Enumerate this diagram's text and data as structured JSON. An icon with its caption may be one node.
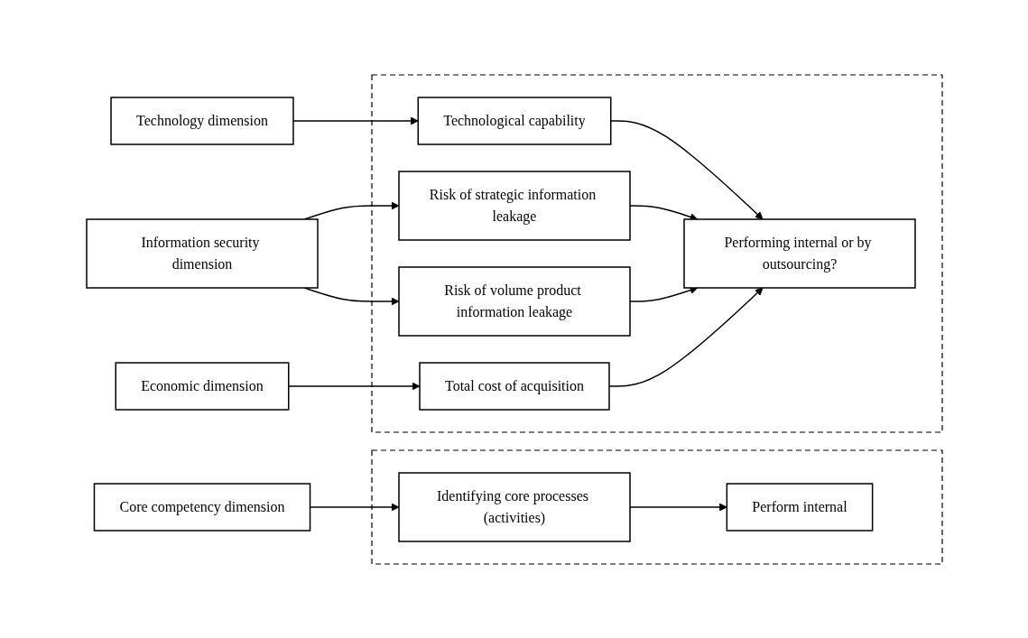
{
  "diagram": {
    "nodes": [
      {
        "text": [
          "Core competency dimension"
        ]
      },
      {
        "text": [],
        "shape": "box"
      },
      {
        "text": [
          "Identifying core processes (activities)"
        ],
        "in": 1
      },
      {
        "text": [
          "Perform internal"
        ],
        "in": 1
      },
      {
        "text": [
          "Technology dimension"
        ]
      },
      {
        "text": [],
        "shape": "box"
      },
      {
        "text": [
          "Technological capability"
        ],
        "in": 5
      },
      {
        "text": [
          "Risk of strategic information leakage"
        ],
        "in": 5
      },
      {
        "text": [
          "Risk of volume product information leakage"
        ],
        "in": 5
      },
      {
        "text": [
          "Total cost of acquisition"
        ],
        "in": 5
      },
      {
        "text": [
          "Performing internal or by outsourcing?"
        ],
        "in": 5
      },
      {
        "text": [
          "Information security dimension"
        ]
      },
      {
        "text": [
          "Economic dimension"
        ]
      }
    ],
    "edges": [
      {
        "from": 0,
        "to": 2,
        "arrow": "to"
      },
      {
        "from": 2,
        "to": 3,
        "arrow": "to"
      },
      {
        "from": 4,
        "to": 6,
        "arrow": "to"
      },
      {
        "from": 11,
        "to": 7,
        "arrow": "to"
      },
      {
        "from": 11,
        "to": 8,
        "arrow": "to"
      },
      {
        "from": 12,
        "to": 9,
        "arrow": "to"
      },
      {
        "from": 6,
        "to": 10,
        "arrow": "to"
      },
      {
        "from": 7,
        "to": 10,
        "arrow": "to"
      },
      {
        "from": 8,
        "to": 10,
        "arrow": "to"
      },
      {
        "from": 9,
        "to": 10,
        "arrow": "to"
      }
    ]
  }
}
